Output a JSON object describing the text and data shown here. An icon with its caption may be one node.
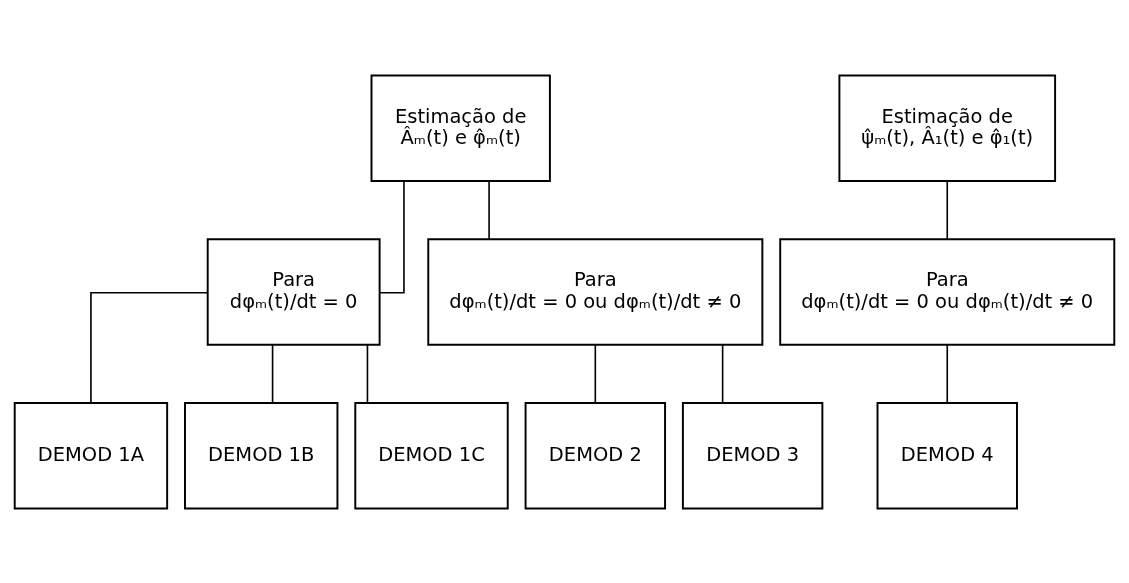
{
  "diagram": {
    "nodes": [
      {
        "text": [
          "Estimação de",
          "Âₘ(t) e φ̂ₘ(t)"
        ]
      },
      {
        "text": [
          "Para",
          "dφₘ(t)/dt = 0"
        ]
      },
      {
        "text": [
          "Para",
          "dφₘ(t)/dt = 0 ou dφₘ(t)/dt ≠ 0"
        ]
      },
      {
        "text": [
          "DEMOD 1A"
        ]
      },
      {
        "text": [
          "DEMOD 1B"
        ]
      },
      {
        "text": [
          "DEMOD 1C"
        ]
      },
      {
        "text": [
          "DEMOD 2"
        ]
      },
      {
        "text": [
          "DEMOD 3"
        ]
      },
      {
        "text": [
          "Estimação de",
          "ψ̂ₘ(t), Â₁(t) e φ̂₁(t)"
        ]
      },
      {
        "text": [
          "Para",
          "dφₘ(t)/dt = 0 ou dφₘ(t)/dt ≠ 0"
        ]
      },
      {
        "text": [
          "DEMOD 4"
        ]
      }
    ],
    "edges": [
      {
        "from": 0,
        "to": 1,
        "arrow": "none"
      },
      {
        "from": 0,
        "to": 2,
        "arrow": "none"
      },
      {
        "from": 1,
        "to": 3,
        "arrow": "none"
      },
      {
        "from": 1,
        "to": 4,
        "arrow": "none"
      },
      {
        "from": 1,
        "to": 5,
        "arrow": "none"
      },
      {
        "from": 2,
        "to": 6,
        "arrow": "none"
      },
      {
        "from": 2,
        "to": 7,
        "arrow": "none"
      },
      {
        "from": 8,
        "to": 9,
        "arrow": "none"
      },
      {
        "from": 9,
        "to": 10,
        "arrow": "none"
      }
    ]
  }
}
